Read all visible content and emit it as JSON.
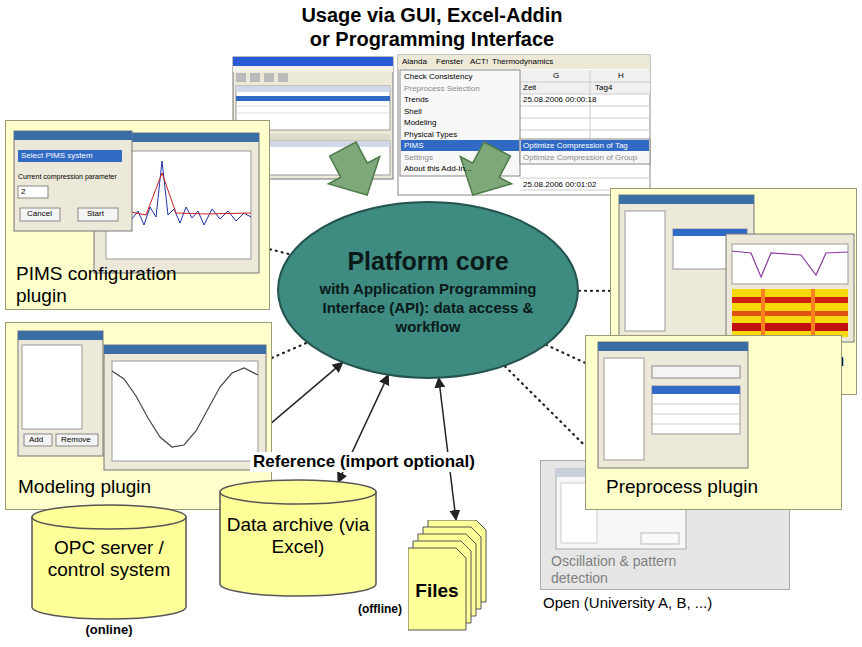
{
  "diagram": {
    "title": "Usage via GUI, Excel-Addin or Programming Interface",
    "nodes": [
      {
        "text": [
          "Platform core",
          "with Application Programming Interface (API): data access & workflow"
        ]
      },
      {
        "text": [
          "PIMS configuration plugin"
        ]
      },
      {
        "text": [
          "Modeling plugin"
        ]
      },
      {
        "text": [
          "Trend detection plugin"
        ]
      },
      {
        "text": [
          "Preprocess plugin"
        ]
      },
      {
        "text": [
          "Oscillation & pattern detection",
          "Open (University A, B, ...)"
        ]
      },
      {
        "text": [
          "OPC server / control system",
          "(online)"
        ]
      },
      {
        "text": [
          "Data archive (via Excel)",
          "(offline)"
        ]
      },
      {
        "text": [
          "Files"
        ]
      }
    ],
    "edges": [
      {
        "from": 1,
        "to": 0,
        "arrow": "none"
      },
      {
        "from": 2,
        "to": 0,
        "arrow": "none"
      },
      {
        "from": 3,
        "to": 0,
        "arrow": "none"
      },
      {
        "from": 4,
        "to": 0,
        "arrow": "none"
      },
      {
        "from": 5,
        "to": 0,
        "arrow": "none"
      },
      {
        "from": 6,
        "to": 0,
        "arrow": "both"
      },
      {
        "from": 7,
        "to": 0,
        "arrow": "both"
      },
      {
        "from": 8,
        "to": 0,
        "arrow": "both"
      }
    ],
    "labels": [
      "Reference (import optional)",
      "Alanda",
      "Fenster",
      "ACT!",
      "Thermodynamics",
      "Check Consistency",
      "Preprocess Selection",
      "Trends",
      "Shell",
      "Modeling",
      "Physical Types",
      "PIMS",
      "Settings",
      "About this Add-In...",
      "Optimize Compression of Tag",
      "Optimize Compression of Group",
      "G",
      "H",
      "Zeit",
      "Tag4",
      "25.08.2006 00:00:18",
      "25.08.2006 00:01:02",
      "Select PIMS system",
      "Current compression parameter",
      "2",
      "Cancel",
      "Start",
      "Add",
      "Remove"
    ]
  }
}
